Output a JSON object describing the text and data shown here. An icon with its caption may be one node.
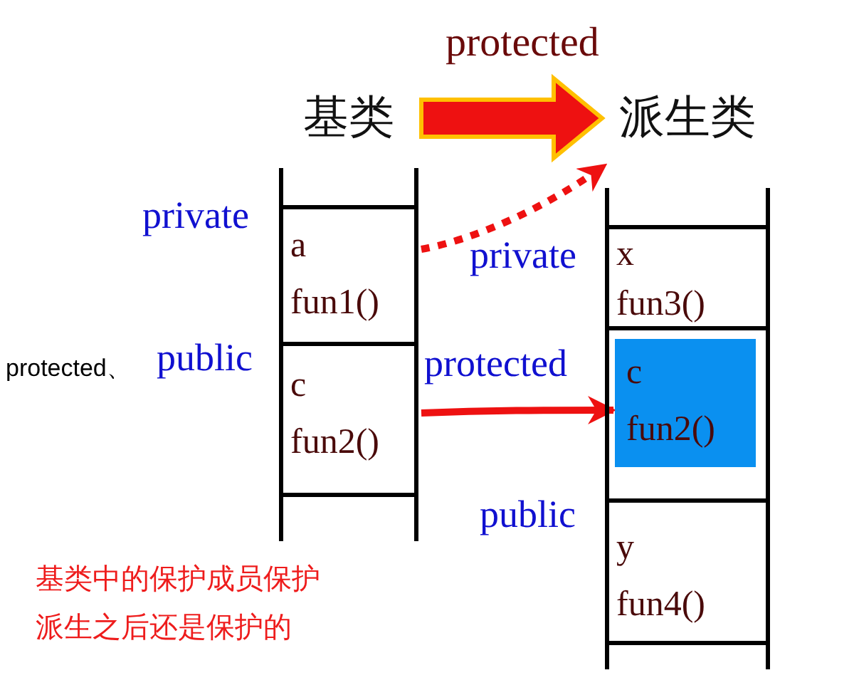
{
  "diagram": {
    "nodes": [
      {
        "text": [
          "基类"
        ]
      },
      {
        "text": [
          "a",
          "fun1()"
        ],
        "in": 0
      },
      {
        "text": [
          "c",
          "fun2()"
        ],
        "in": 0
      },
      {
        "text": [
          "派生类"
        ]
      },
      {
        "text": [
          "x",
          "fun3()"
        ],
        "in": 3
      },
      {
        "text": [
          "c",
          "fun2()"
        ],
        "in": 3
      },
      {
        "text": [
          "y",
          "fun4()"
        ],
        "in": 3
      }
    ],
    "edges": [
      {
        "from": 0,
        "to": 3,
        "arrow": "to",
        "label": "protected",
        "style": "thick"
      },
      {
        "from": 1,
        "to": 3,
        "arrow": "to",
        "style": "dashed"
      },
      {
        "from": 2,
        "to": 5,
        "arrow": "to"
      }
    ],
    "labels": [
      "private",
      "protected、",
      "public",
      "private",
      "protected",
      "public",
      "基类中的保护成员保护派生之后还是保护的"
    ]
  }
}
